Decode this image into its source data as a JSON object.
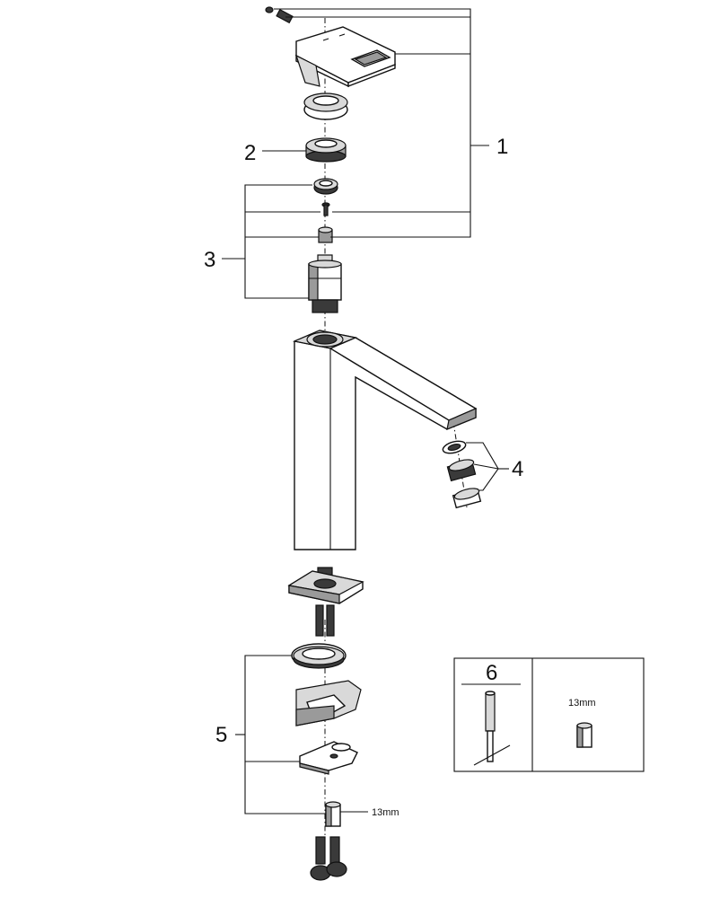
{
  "callouts": {
    "c1": "1",
    "c2": "2",
    "c3": "3",
    "c4": "4",
    "c5": "5",
    "c6": "6"
  },
  "dimensions": {
    "nut_size_inset": "13mm",
    "nut_size_bottom": "13mm"
  }
}
